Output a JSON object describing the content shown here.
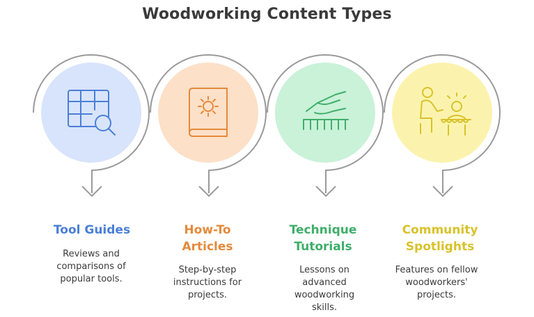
{
  "title": "Woodworking Content Types",
  "colors": {
    "tool_guides": "#4a7fd6",
    "how_to": "#e48a3a",
    "technique": "#3fae6a",
    "community": "#d8c22a",
    "text": "#3a3a3a",
    "outline": "#9a9a9a"
  },
  "steps": [
    {
      "heading_line1": "Tool Guides",
      "heading_line2": "",
      "desc_line1": "Reviews and",
      "desc_line2": "comparisons of",
      "desc_line3": "popular tools.",
      "desc_line4": "",
      "icon": "table-search-icon"
    },
    {
      "heading_line1": "How-To",
      "heading_line2": "Articles",
      "desc_line1": "Step-by-step",
      "desc_line2": "instructions for",
      "desc_line3": "projects.",
      "desc_line4": "",
      "icon": "gear-book-icon"
    },
    {
      "heading_line1": "Technique",
      "heading_line2": "Tutorials",
      "desc_line1": "Lessons on",
      "desc_line2": "advanced",
      "desc_line3": "woodworking",
      "desc_line4": "skills.",
      "icon": "hand-piano-icon"
    },
    {
      "heading_line1": "Community",
      "heading_line2": "Spotlights",
      "desc_line1": "Features on fellow",
      "desc_line2": "woodworkers'",
      "desc_line3": "projects.",
      "desc_line4": "",
      "icon": "people-teaching-icon"
    }
  ]
}
